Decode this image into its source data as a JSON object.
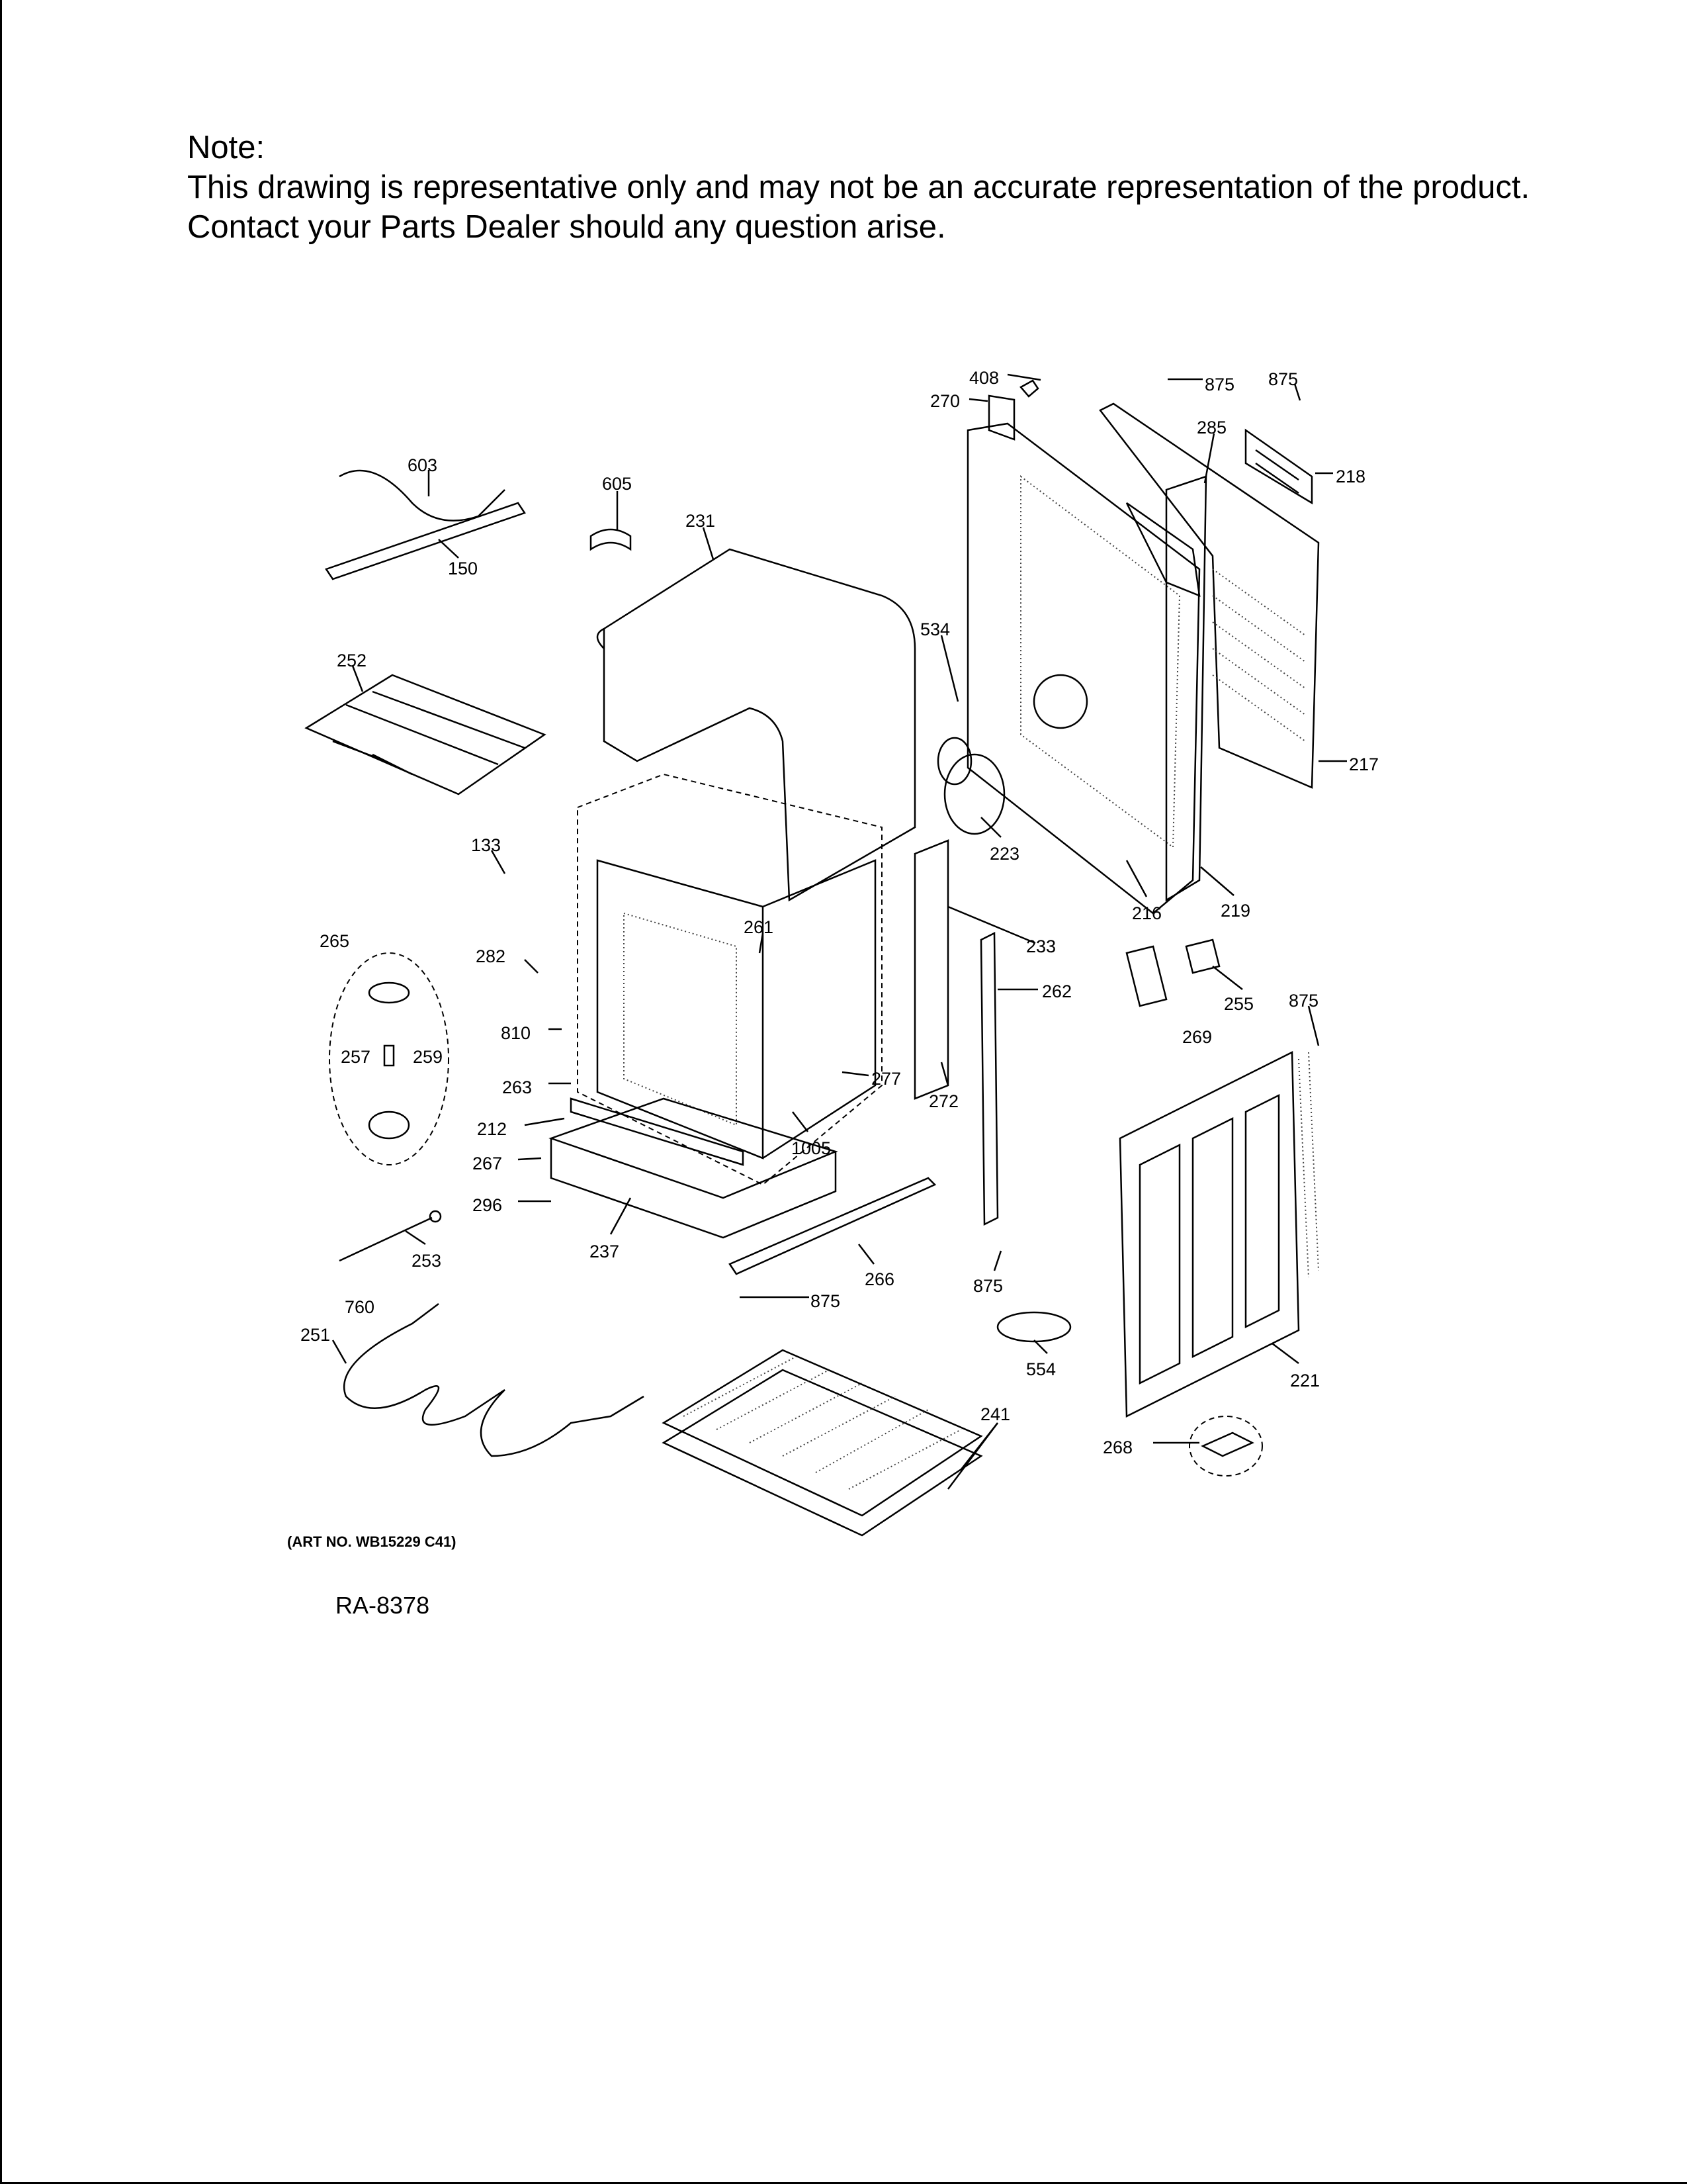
{
  "note": {
    "heading": "Note:",
    "line1": "This drawing is representative only and may not be an accurate representation of the product.",
    "line2": "Contact your Parts Dealer should any question arise."
  },
  "art_number": "(ART NO. WB15229 C41)",
  "diagram_id": "RA-8378",
  "callouts": [
    "408",
    "270",
    "875",
    "875",
    "285",
    "218",
    "603",
    "605",
    "231",
    "150",
    "534",
    "252",
    "217",
    "223",
    "133",
    "216",
    "219",
    "265",
    "282",
    "261",
    "233",
    "262",
    "255",
    "875",
    "269",
    "810",
    "257",
    "259",
    "263",
    "277",
    "272",
    "212",
    "1005",
    "267",
    "296",
    "237",
    "253",
    "266",
    "875",
    "875",
    "760",
    "251",
    "554",
    "221",
    "241",
    "268"
  ]
}
